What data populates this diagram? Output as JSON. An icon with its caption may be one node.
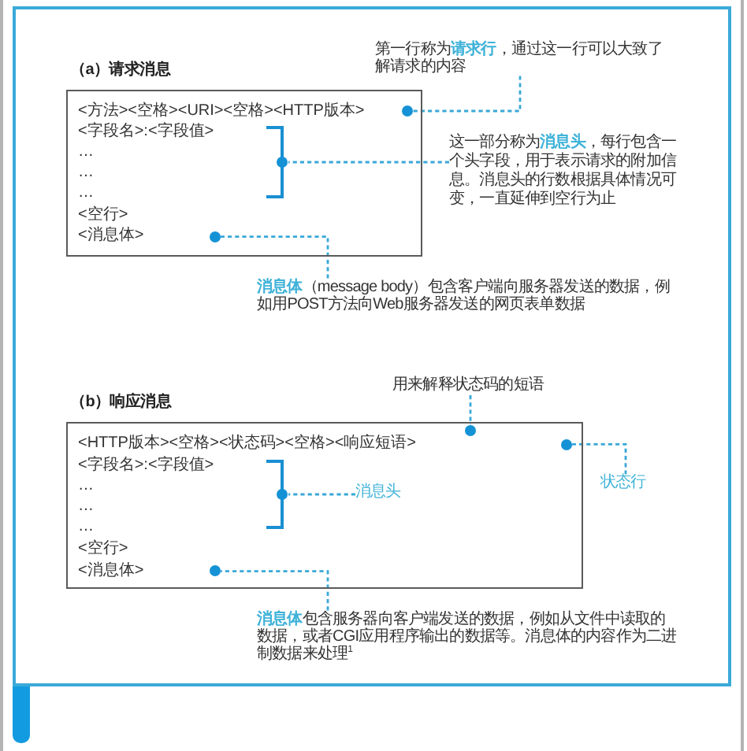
{
  "diagram": {
    "nodes": [
      {
        "text": [
          "第一行称为**请求行**，通过这一行可以大致了解请求的内容"
        ]
      },
      {
        "text": [
          "（a）请求消息",
          "<方法><空格><URI><空格><HTTP版本>",
          "<字段名>:<字段值>",
          "…",
          "…",
          "…",
          "<空行>",
          "<消息体>"
        ]
      },
      {
        "text": [],
        "shape": "circle",
        "in": 1
      },
      {
        "text": [],
        "shape": "bracket",
        "in": 1
      },
      {
        "text": [],
        "shape": "circle",
        "in": 1
      },
      {
        "text": [
          "这一部分称为**消息头**，每行包含一个头字段，用于表示请求的附加信息。消息头的行数根据具体情况可变，一直延伸到空行为止"
        ]
      },
      {
        "text": [
          "**消息体**（message body）包含客户端向服务器发送的数据，例如用POST方法向Web服务器发送的网页表单数据"
        ]
      },
      {
        "text": [
          "用来解释状态码的短语"
        ]
      },
      {
        "text": [
          "（b）响应消息",
          "<HTTP版本><空格><状态码><空格><响应短语>",
          "<字段名>:<字段值>",
          "…",
          "…",
          "…",
          "<空行>",
          "<消息体>"
        ]
      },
      {
        "text": [],
        "shape": "circle",
        "in": 8
      },
      {
        "text": [],
        "shape": "circle",
        "in": 8
      },
      {
        "text": [],
        "shape": "bracket",
        "in": 8
      },
      {
        "text": [],
        "shape": "circle",
        "in": 8
      },
      {
        "text": [
          "状态行"
        ]
      },
      {
        "text": [
          "消息头"
        ],
        "in": 8
      },
      {
        "text": [
          "**消息体**包含服务器向客户端发送的数据，例如从文件中读取的数据，或者CGI应用程序输出的数据等。消息体的内容作为二进制数据来处理$^{1}$"
        ]
      }
    ],
    "edges": [
      {
        "from": 0,
        "to": 2,
        "arrow": "none",
        "style": "dashed"
      },
      {
        "from": 5,
        "to": 3,
        "arrow": "none",
        "style": "dashed"
      },
      {
        "from": 6,
        "to": 4,
        "arrow": "none",
        "style": "dashed"
      },
      {
        "from": 7,
        "to": 9,
        "arrow": "none",
        "style": "dashed"
      },
      {
        "from": 13,
        "to": 10,
        "arrow": "none",
        "style": "dashed"
      },
      {
        "from": 14,
        "to": 11,
        "arrow": "none",
        "style": "dashed"
      },
      {
        "from": 15,
        "to": 12,
        "arrow": "none",
        "style": "dashed"
      }
    ]
  }
}
